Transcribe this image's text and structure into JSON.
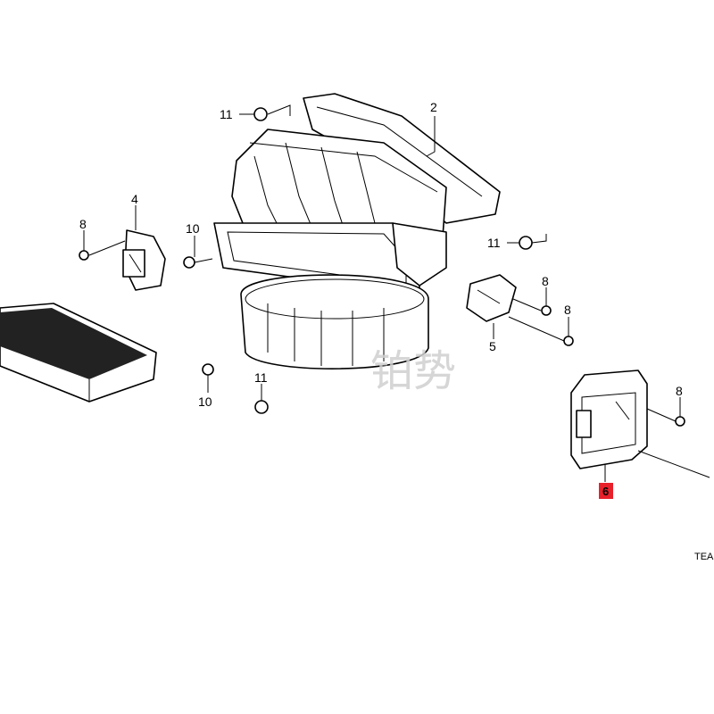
{
  "callouts": {
    "c11a": "11",
    "c2": "2",
    "c4": "4",
    "c8a": "8",
    "c10a": "10",
    "c11b": "11",
    "c8b": "8",
    "c8c": "8",
    "c5": "5",
    "c8d": "8",
    "c11c": "11",
    "c10b": "10",
    "c6": "6"
  },
  "highlight_part": "6",
  "ref_code": "TEA",
  "watermark": "铂势",
  "colors": {
    "highlight": "#e8202a",
    "line": "#000000",
    "watermark": "#cfcfcf"
  }
}
